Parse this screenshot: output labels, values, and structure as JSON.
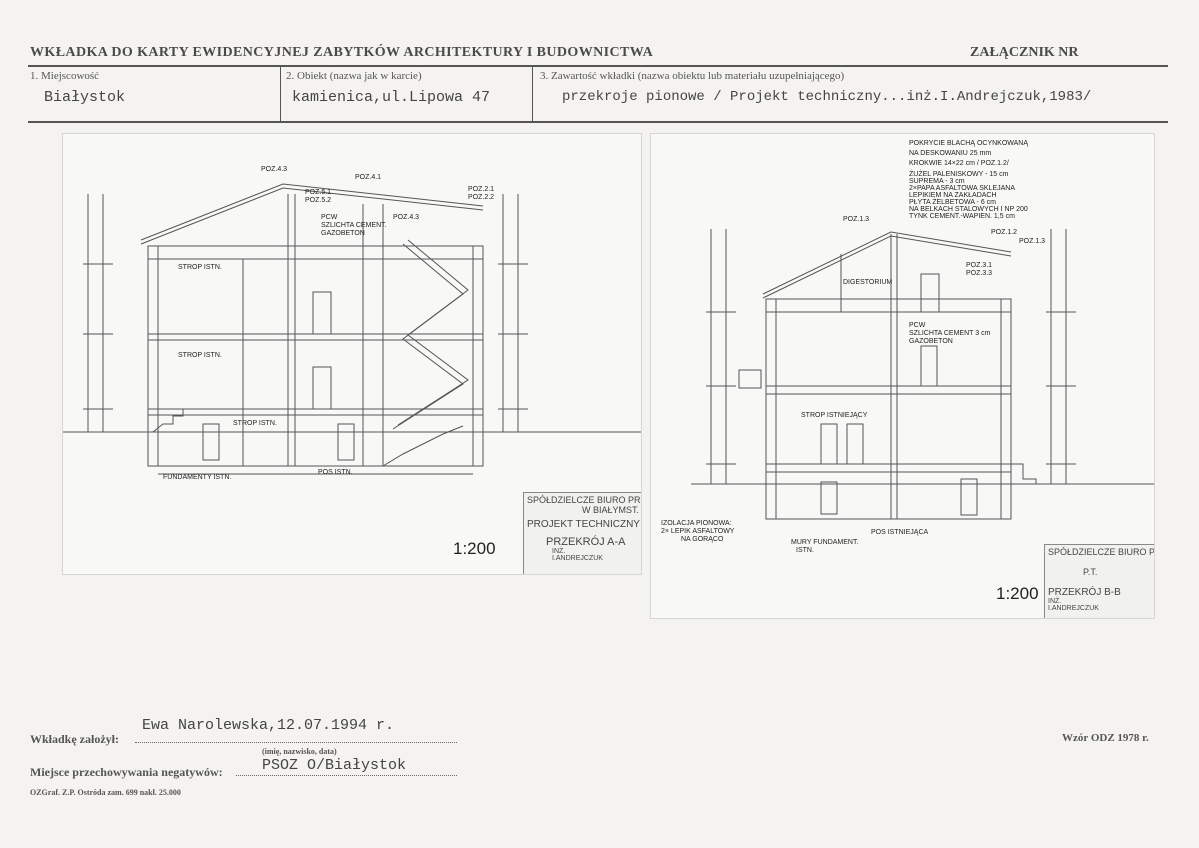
{
  "header": {
    "title": "WKŁADKA DO KARTY EWIDENCYJNEJ ZABYTKÓW ARCHITEKTURY I BUDOWNICTWA",
    "attachment": "ZAŁĄCZNIK NR"
  },
  "fields": {
    "locality_label": "1. Miejscowość",
    "locality_value": "Białystok",
    "object_label": "2. Obiekt (nazwa jak w karcie)",
    "object_value": "kamienica,ul.Lipowa 47",
    "content_label": "3. Zawartość wkładki (nazwa obiektu lub materiału uzupełniającego)",
    "content_value": "przekroje pionowe / Projekt techniczny...inż.I.Andrejczuk,1983/"
  },
  "drawing_a": {
    "scale": "1:200",
    "stamp_firm": "SPÓŁDZIELCZE BIURO PROJ.",
    "stamp_city": "W BIAŁYMST.",
    "stamp_type": "PROJEKT TECHNICZNY",
    "stamp_title": "PRZEKRÓJ A-A",
    "stamp_eng": "INŻ.",
    "stamp_name": "I.ANDREJCZUK",
    "labels": {
      "strop1": "STROP ISTN.",
      "strop2": "STROP ISTN.",
      "strop3": "STROP ISTN.",
      "fund": "FUNDAMENTY ISTN.",
      "pos": "POS ISTN.",
      "poz43": "POZ.4.3",
      "poz41": "POZ.4.1",
      "poz51": "POZ.5.1",
      "poz52": "POZ.5.2",
      "poz21": "POZ.2.1",
      "poz22": "POZ.2.2",
      "poz43b": "POZ.4.3",
      "pcw": "PCW",
      "szlichta": "SZLICHTA CEMENT.",
      "gazo": "GAZOBETON"
    }
  },
  "drawing_b": {
    "scale": "1:200",
    "stamp_firm": "SPÓŁDZIELCZE BIURO PROJ.",
    "stamp_pt": "P.T.",
    "stamp_title": "PRZEKRÓJ B-B",
    "stamp_eng": "INŻ.",
    "stamp_name": "I.ANDREJCZUK",
    "notes": [
      "POKRYCIE BLACHĄ OCYNKOWANĄ",
      "NA DESKOWANIU 25 mm",
      "KROKWIE 14×22 cm / POZ.1.2/",
      "ŻUŻEL PALENISKOWY - 15 cm",
      "SUPREMA - 3 cm",
      "2×PAPA ASFALTOWA SKLEJANA",
      "LEPIKIEM NA ZAKŁADACH",
      "PŁYTA ŻELBETOWA - 6 cm",
      "NA BELKACH STALOWYCH I NP 200",
      "TYNK CEMENT.-WAPIEN. 1,5 cm"
    ],
    "labels": {
      "poz13a": "POZ.1.3",
      "poz12": "POZ.1.2",
      "poz13b": "POZ.1.3",
      "poz31": "POZ.3.1",
      "poz33": "POZ.3.3",
      "digestorium": "DIGESTORIUM",
      "pcw": "PCW",
      "szlichta": "SZLICHTA CEMENT 3 cm",
      "gazo": "GAZOBETON",
      "strop": "STROP ISTNIEJĄCY",
      "izolacja1": "IZOLACJA PIONOWA:",
      "izolacja2": "2× LEPIK ASFALTOWY",
      "izolacja3": "NA GORĄCO",
      "mury": "MURY FUNDAMENT.",
      "mury2": "ISTN.",
      "pos": "POS ISTNIEJĄCA"
    }
  },
  "footer": {
    "created_label": "Wkładkę założył:",
    "created_value": "Ewa Narolewska,12.07.1994 r.",
    "created_hint": "(imię, nazwisko, data)",
    "storage_label": "Miejsce przechowywania negatywów:",
    "storage_value": "PSOZ O/Białystok",
    "print_info": "OZGraf. Z.P. Ostróda zam. 699 nakł. 25.000",
    "form_code": "Wzór ODZ 1978 r."
  }
}
